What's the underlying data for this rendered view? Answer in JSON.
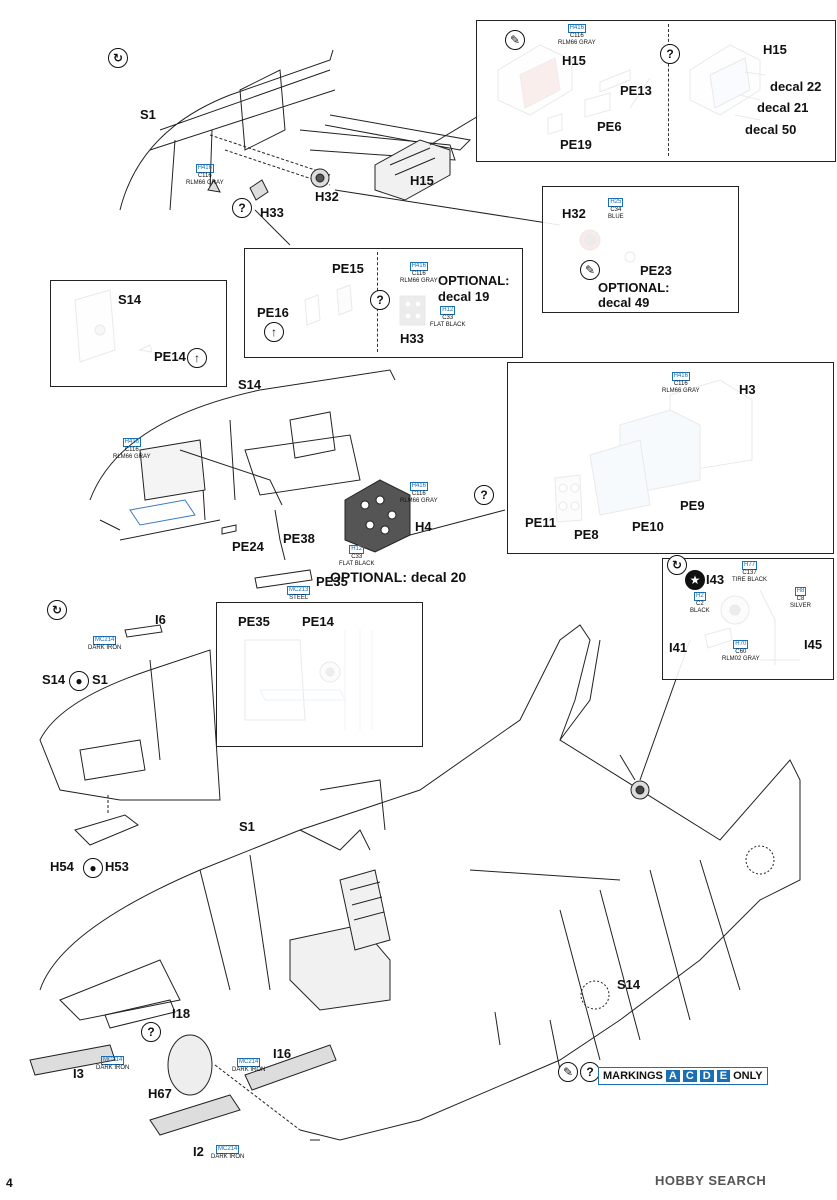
{
  "page_number": "4",
  "watermark": "HOBBY SEARCH",
  "markings": {
    "text": "MARKINGS",
    "letters": [
      "A",
      "C",
      "D",
      "E"
    ],
    "suffix": "ONLY"
  },
  "labels": {
    "s1_top": "S1",
    "h15_main": "H15",
    "h32_main": "H32",
    "h33": "H33",
    "box1_h15": "H15",
    "box1_pe13": "PE13",
    "box1_pe6": "PE6",
    "box1_pe19": "PE19",
    "box1_h15b": "H15",
    "decal22": "decal 22",
    "decal21": "decal 21",
    "decal50": "decal 50",
    "box2_pe15": "PE15",
    "box2_pe16": "PE16",
    "box2_h33": "H33",
    "box2_opt": "OPTIONAL:",
    "box2_opt_decal": "decal 19",
    "box3_h32": "H32",
    "box3_pe23": "PE23",
    "box3_opt": "OPTIONAL:",
    "box3_opt_decal": "decal 49",
    "s14_inset": "S14",
    "pe14_inset": "PE14",
    "s14_mid": "S14",
    "pe24": "PE24",
    "pe38": "PE38",
    "pe35": "PE35",
    "h4": "H4",
    "opt_decal20": "OPTIONAL: decal 20",
    "box5_h3": "H3",
    "box5_pe9": "PE9",
    "box5_pe11": "PE11",
    "box5_pe8": "PE8",
    "box5_pe10": "PE10",
    "i6": "I6",
    "s14_s1": "S14",
    "s1_join": "S1",
    "h54": "H54",
    "h53": "H53",
    "pe35_detail": "PE35",
    "pe14_detail": "PE14",
    "i43": "I43",
    "i41": "I41",
    "i45": "I45",
    "s1_lower": "S1",
    "i18": "I18",
    "i3": "I3",
    "h67": "H67",
    "i16": "I16",
    "i2": "I2",
    "s14_lower": "S14"
  },
  "paint_refs": [
    {
      "id": "p1",
      "c1": "H416",
      "c2": "C116",
      "c3": "RLM66 GRAY"
    },
    {
      "id": "p2",
      "c1": "H416",
      "c2": "C116",
      "c3": "RLM66 GRAY"
    },
    {
      "id": "p3",
      "c1": "H416",
      "c2": "C116",
      "c3": "RLM66 GRAY"
    },
    {
      "id": "p4",
      "c1": "H12",
      "c2": "C33",
      "c3": "FLAT BLACK"
    },
    {
      "id": "p5",
      "c1": "H25",
      "c2": "C34",
      "c3": "BLUE"
    },
    {
      "id": "p6",
      "c1": "H416",
      "c2": "C116",
      "c3": "RLM66 GRAY"
    },
    {
      "id": "p7",
      "c1": "H416",
      "c2": "C116",
      "c3": "RLM66 GRAY"
    },
    {
      "id": "p8",
      "c1": "H12",
      "c2": "C33",
      "c3": "FLAT BLACK"
    },
    {
      "id": "p9",
      "c1": "MC213",
      "c2": "STEEL",
      "c3": ""
    },
    {
      "id": "p10",
      "c1": "H416",
      "c2": "C116",
      "c3": "RLM66 GRAY"
    },
    {
      "id": "p11",
      "c1": "MC214",
      "c2": "DARK IRON",
      "c3": ""
    },
    {
      "id": "p12",
      "c1": "H77",
      "c2": "C137",
      "c3": "TIRE BLACK"
    },
    {
      "id": "p13",
      "c1": "H2",
      "c2": "C2",
      "c3": "BLACK"
    },
    {
      "id": "p14",
      "c1": "H8",
      "c2": "C8",
      "c3": "SILVER"
    },
    {
      "id": "p15",
      "c1": "H70",
      "c2": "C60",
      "c3": "RLM02 GRAY"
    },
    {
      "id": "p16",
      "c1": "MC214",
      "c2": "DARK IRON",
      "c3": ""
    },
    {
      "id": "p17",
      "c1": "MC214",
      "c2": "DARK IRON",
      "c3": ""
    },
    {
      "id": "p18",
      "c1": "MC214",
      "c2": "DARK IRON",
      "c3": ""
    }
  ],
  "icons": {
    "rotate": "rotate-icon",
    "question": "?",
    "star": "★"
  },
  "colors": {
    "accent": "#1a6fb5",
    "part_red": "#c23a2c",
    "part_blue": "#a9c8ea"
  }
}
